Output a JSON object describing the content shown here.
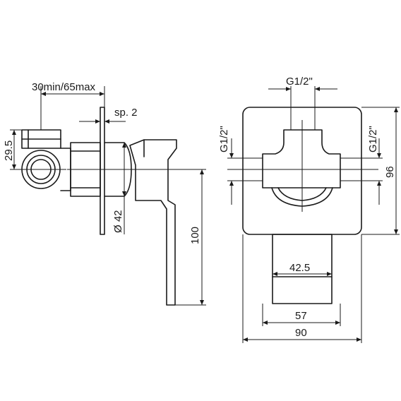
{
  "side_view": {
    "depth_range": "30min/65max",
    "plate_thickness": "sp. 2",
    "inlet_offset": "29.5",
    "body_diameter": "Ø 42",
    "lever_length": "100"
  },
  "front_view": {
    "top_connection": "G1/2\"",
    "left_connection": "G1/2\"",
    "right_connection": "G1/2\"",
    "plate_height": "96",
    "lever_width": "42.5",
    "body_width": "57",
    "plate_width": "90"
  }
}
